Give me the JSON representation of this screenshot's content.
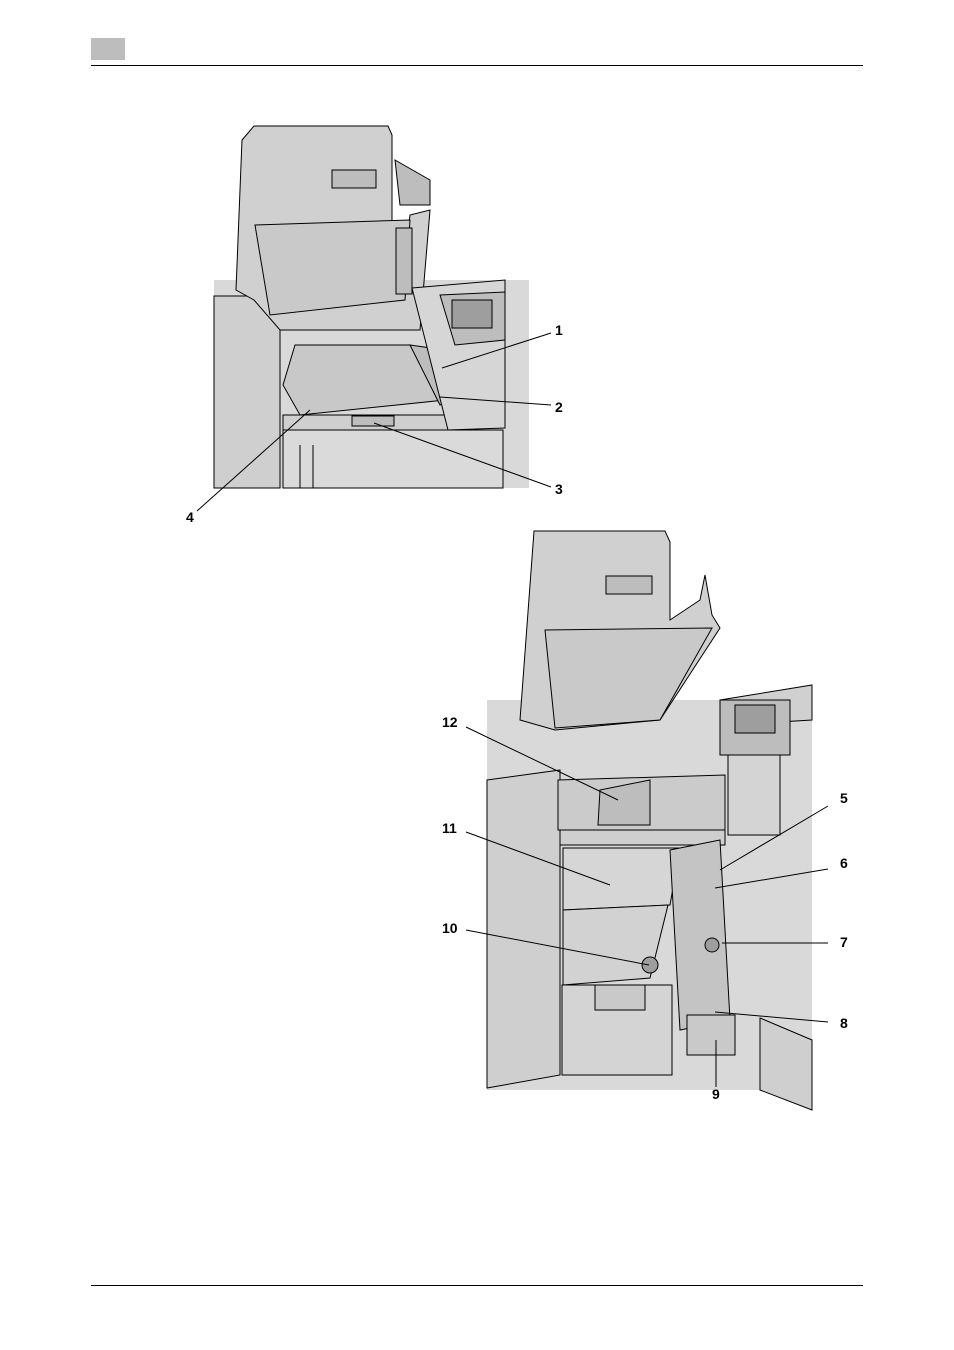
{
  "callouts": {
    "c1": "1",
    "c2": "2",
    "c3": "3",
    "c4": "4",
    "c5": "5",
    "c6": "6",
    "c7": "7",
    "c8": "8",
    "c9": "9",
    "c10": "10",
    "c11": "11",
    "c12": "12"
  },
  "colors": {
    "machine_fill": "#d4d4d4",
    "shade": "#bdbdbd",
    "line": "#000000"
  }
}
